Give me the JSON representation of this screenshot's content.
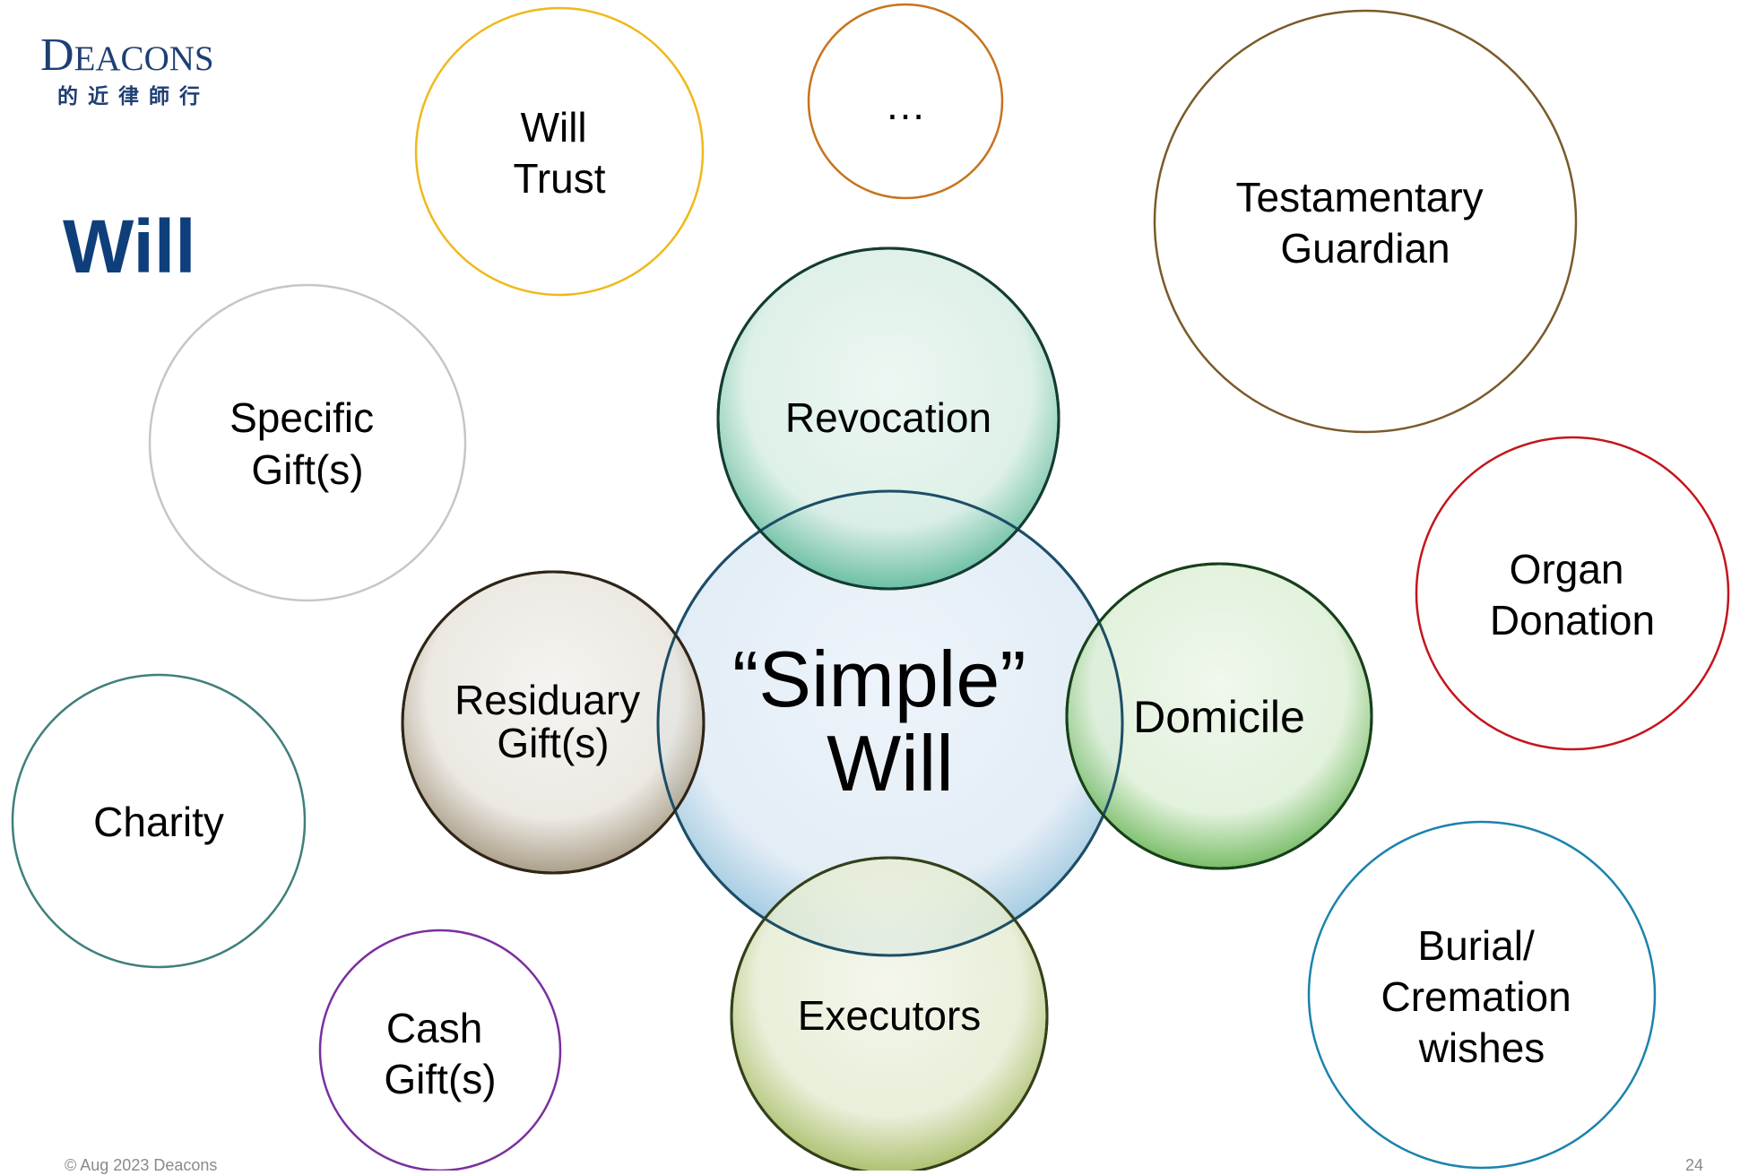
{
  "logo": {
    "brand": "Deacons",
    "chinese": "的近律師行"
  },
  "title": "Will",
  "center": {
    "line1": "“Simple”",
    "line2": "Will"
  },
  "core_bubbles": {
    "revocation": "Revocation",
    "domicile": "Domicile",
    "executors": "Executors",
    "residuary": [
      "Residuary",
      "Gift(s)"
    ]
  },
  "outer_bubbles": {
    "will_trust": [
      "Will",
      "Trust"
    ],
    "ellipsis": "…",
    "testamentary_guardian": [
      "Testamentary",
      "Guardian"
    ],
    "specific_gifts": [
      "Specific",
      "Gift(s)"
    ],
    "organ_donation": [
      "Organ",
      "Donation"
    ],
    "charity": "Charity",
    "cash_gifts": [
      "Cash",
      "Gift(s)"
    ],
    "burial_cremation": [
      "Burial/",
      "Cremation",
      "wishes"
    ]
  },
  "colors": {
    "title": "#0f3f7a",
    "center_fill": "#dce9f3",
    "center_stroke": "#1c4e67",
    "revocation": "#1f9a79",
    "domicile": "#3d9b33",
    "executors": "#8ca43a",
    "residuary": "#7a6b55",
    "will_trust": "#f0b81a",
    "ellipsis": "#c8731e",
    "testamentary_guardian": "#7a5a2a",
    "specific_gifts": "#c6c6c6",
    "organ_donation": "#c4151c",
    "charity": "#3f7f7a",
    "cash_gifts": "#7a2fa0",
    "burial_cremation": "#1b82ad"
  },
  "footer": {
    "copyright": "© Aug 2023 Deacons",
    "page": "24"
  }
}
